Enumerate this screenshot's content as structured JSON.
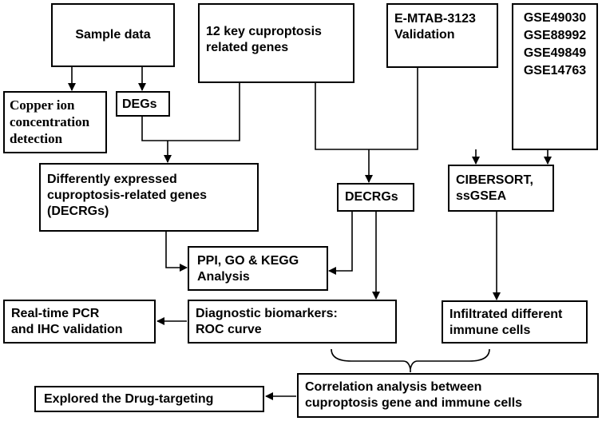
{
  "nodes": {
    "sample_data": [
      "Sample data"
    ],
    "key_genes": [
      "12 key cuproptosis",
      "related genes"
    ],
    "emtab": [
      "E-MTAB-3123",
      "Validation"
    ],
    "gse": [
      "GSE49030",
      "GSE88992",
      "GSE49849",
      "GSE14763"
    ],
    "copper": [
      "Copper ion",
      "concentration",
      "detection"
    ],
    "degs": [
      "DEGs"
    ],
    "decrgs_full": [
      "Differently expressed",
      "cuproptosis-related genes",
      "(DECRGs)"
    ],
    "decrgs": [
      "DECRGs"
    ],
    "cibersort": [
      "CIBERSORT,",
      "ssGSEA"
    ],
    "ppi": [
      "PPI, GO & KEGG",
      "Analysis"
    ],
    "pcr": [
      "Real-time PCR",
      "and IHC validation"
    ],
    "diagnostic": [
      "Diagnostic biomarkers:",
      "ROC curve"
    ],
    "infiltrated": [
      "Infiltrated different",
      "immune cells"
    ],
    "correlation": [
      "Correlation analysis  between",
      "cuproptosis gene and immune cells"
    ],
    "drug": [
      "Explored the Drug-targeting"
    ]
  },
  "colors": {
    "stroke": "#000000",
    "background": "#ffffff"
  }
}
